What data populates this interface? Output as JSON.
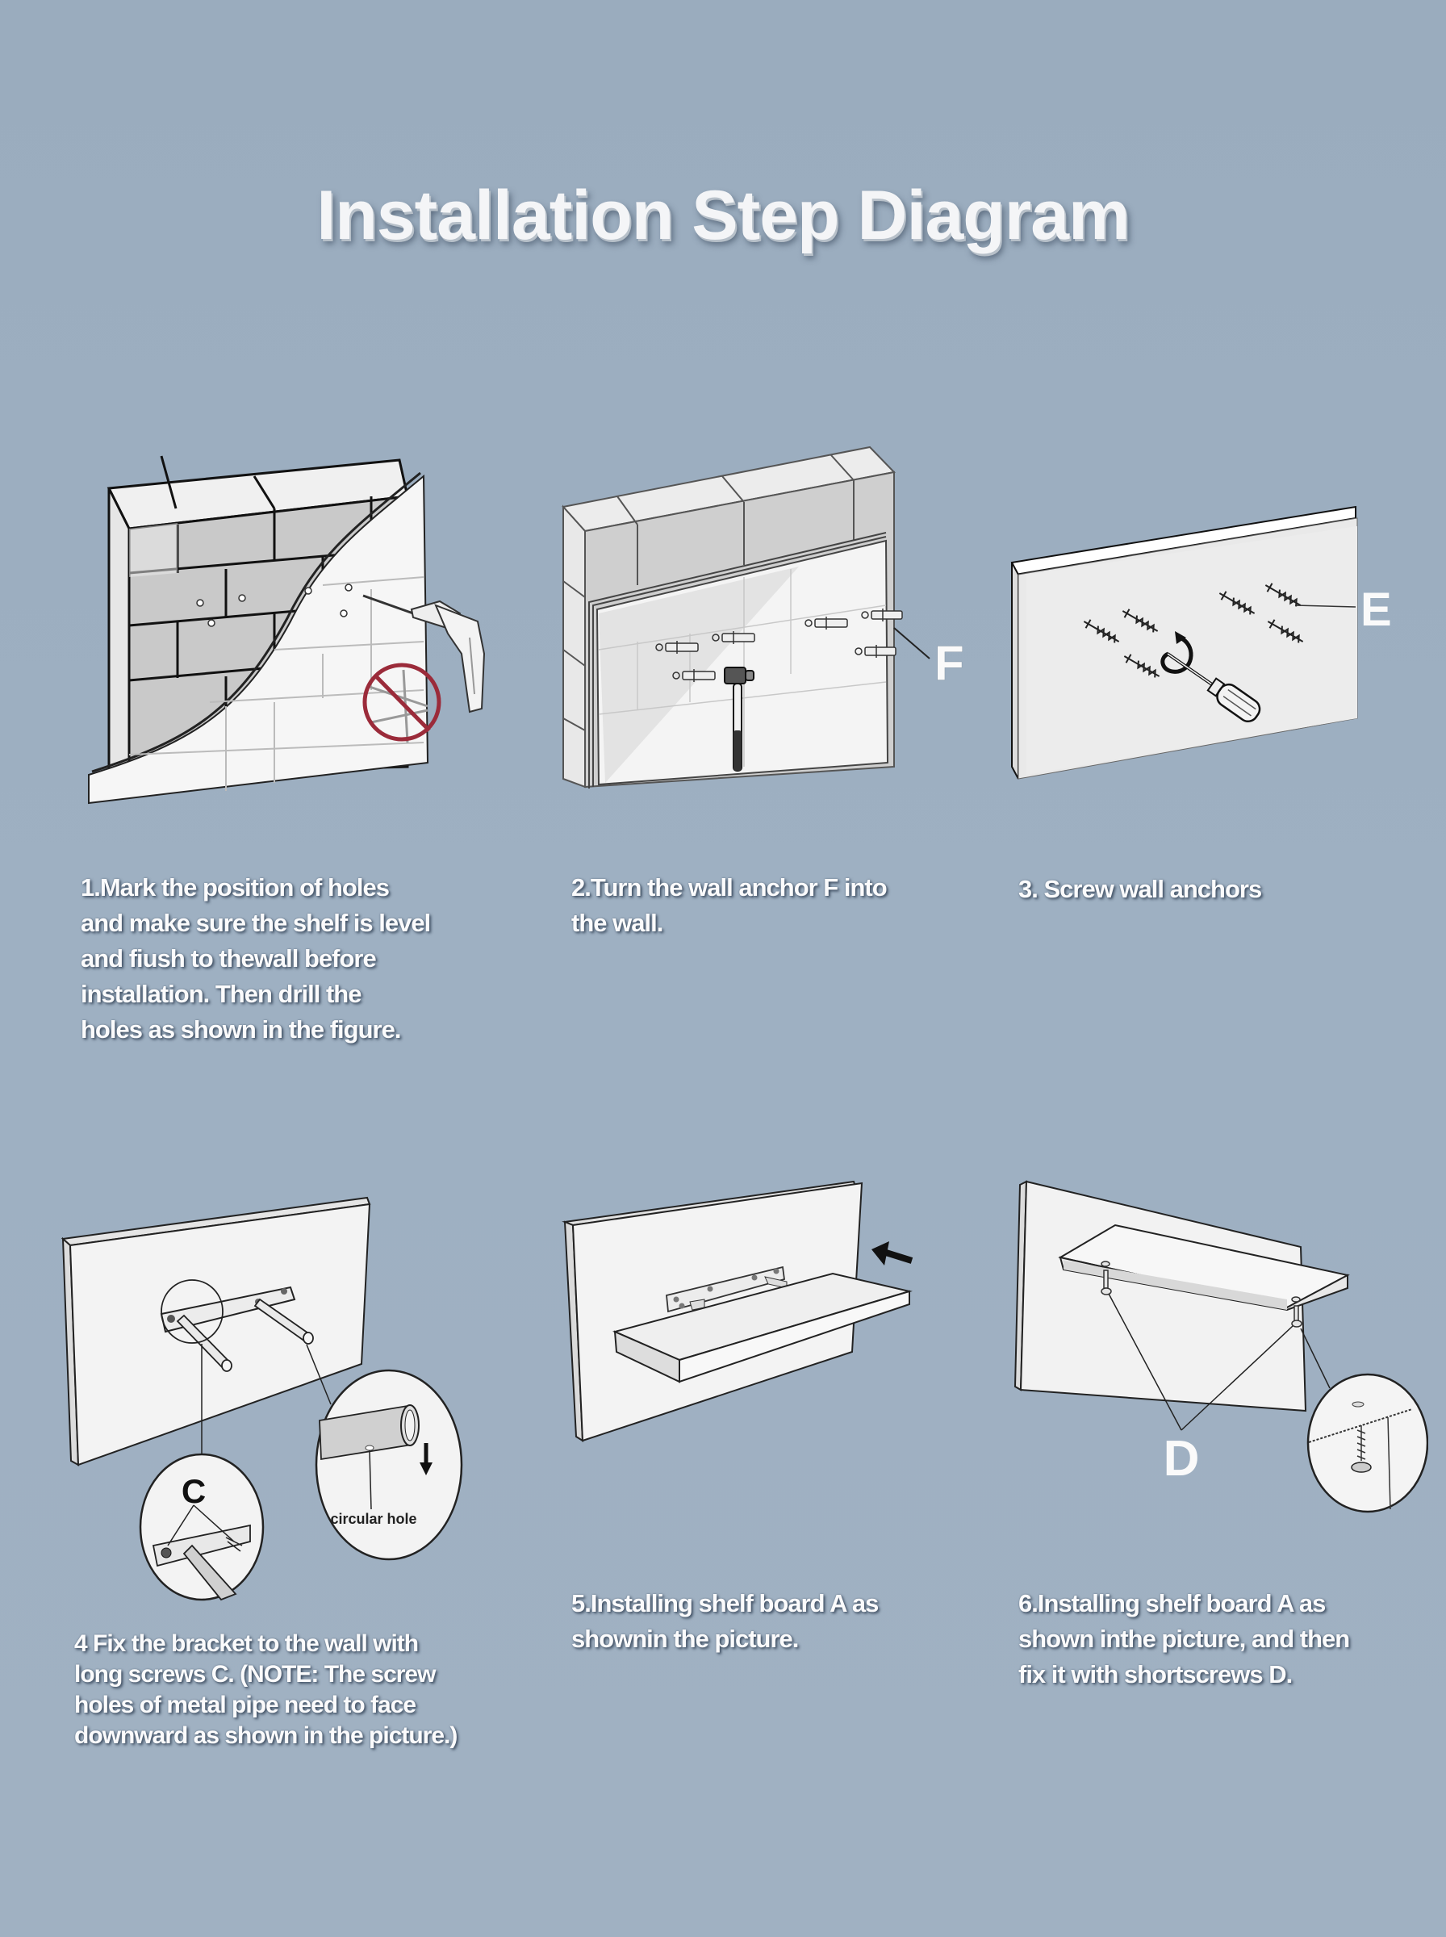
{
  "page": {
    "title": "Installation Step Diagram",
    "background_color": "#9eb0c2",
    "text_color": "#fbfbfc",
    "prohibit_color": "#9b2b3a"
  },
  "steps": [
    {
      "number": "1",
      "text": "1.Mark the position of holes\nand make sure the shelf is level\nand fiush to thewall before\ninstallation. Then drill the\nholes as shown in the figure.",
      "illustration": "brick-wall-drilling",
      "icons": [
        "brick-wall-icon",
        "drill-icon",
        "no-symbol-icon"
      ]
    },
    {
      "number": "2",
      "text": "2.Turn the wall anchor F into\nthe wall.",
      "illustration": "wall-anchor-hammering",
      "callout_label": "F",
      "icons": [
        "wall-anchor-icon",
        "hammer-icon"
      ]
    },
    {
      "number": "3",
      "text": "3.  Screw wall anchors",
      "illustration": "screwing-anchors",
      "callout_label": "E",
      "icons": [
        "screw-icon",
        "screwdriver-icon",
        "rotate-arrow-icon"
      ]
    },
    {
      "number": "4",
      "text": "4 Fix the bracket to the wall with\nlong screws C. (NOTE: The screw\nholes of metal pipe need to face\ndownward as shown in the picture.)",
      "illustration": "bracket-fixing",
      "callout_label": "C",
      "detail_label": "circular hole",
      "icons": [
        "bracket-icon",
        "down-arrow-icon",
        "magnifier-circle-icon"
      ]
    },
    {
      "number": "5",
      "text": "5.Installing shelf board A as\nshownin the picture.",
      "illustration": "shelf-sliding",
      "icons": [
        "shelf-board-icon",
        "left-arrow-icon"
      ]
    },
    {
      "number": "6",
      "text": "6.Installing shelf board A as\nshown inthe picture, and then\nfix it with shortscrews D.",
      "illustration": "shelf-screwing",
      "callout_label": "D",
      "icons": [
        "shelf-board-icon",
        "short-screw-icon",
        "magnifier-circle-icon"
      ]
    }
  ]
}
